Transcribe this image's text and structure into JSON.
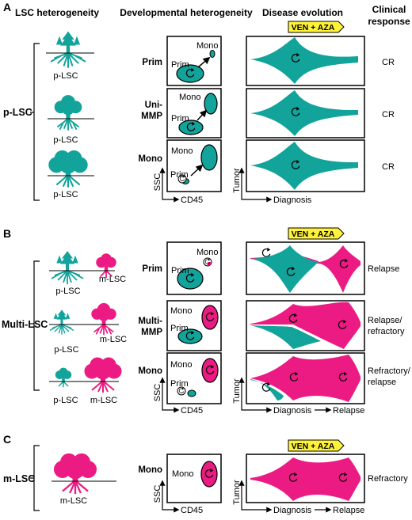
{
  "colors": {
    "teal": "#12a39a",
    "pink": "#ec1b83",
    "drug_fill": "#fff33a",
    "line": "#000000"
  },
  "headers": {
    "lsc": "LSC heterogeneity",
    "dev": "Developmental heterogeneity",
    "disease": "Disease evolution",
    "clinical_1": "Clinical",
    "clinical_2": "response"
  },
  "drug": "VEN + AZA",
  "axes": {
    "ssc": "SSC",
    "cd45": "CD45",
    "tumor": "Tumor",
    "diagnosis": "Diagnosis",
    "relapse": "Relapse"
  },
  "panel_a": {
    "letter": "A",
    "group": "p-LSC",
    "tree_label": "p-LSC",
    "rows": [
      {
        "name": "Prim",
        "response": "CR",
        "cells": [
          "Prim",
          "Mono"
        ]
      },
      {
        "name_1": "Uni-",
        "name_2": "MMP",
        "response": "CR",
        "cells": [
          "Prim",
          "Mono"
        ]
      },
      {
        "name": "Mono",
        "response": "CR",
        "cells": [
          "Prim",
          "Mono"
        ]
      }
    ]
  },
  "panel_b": {
    "letter": "B",
    "group": "Multi-LSC",
    "tree_p": "p-LSC",
    "tree_m": "m-LSC",
    "rows": [
      {
        "name": "Prim",
        "response": "Relapse",
        "cells": [
          "Prim",
          "Mono"
        ]
      },
      {
        "name_1": "Multi-",
        "name_2": "MMP",
        "response_1": "Relapse/",
        "response_2": "refractory",
        "cells": [
          "Prim",
          "Mono"
        ]
      },
      {
        "name": "Mono",
        "response_1": "Refractory/",
        "response_2": "relapse",
        "cells": [
          "Prim",
          "Mono"
        ]
      }
    ]
  },
  "panel_c": {
    "letter": "C",
    "group": "m-LSC",
    "tree_label": "m-LSC",
    "rows": [
      {
        "name": "Mono",
        "response": "Refractory",
        "cells": [
          "Mono"
        ]
      }
    ]
  }
}
